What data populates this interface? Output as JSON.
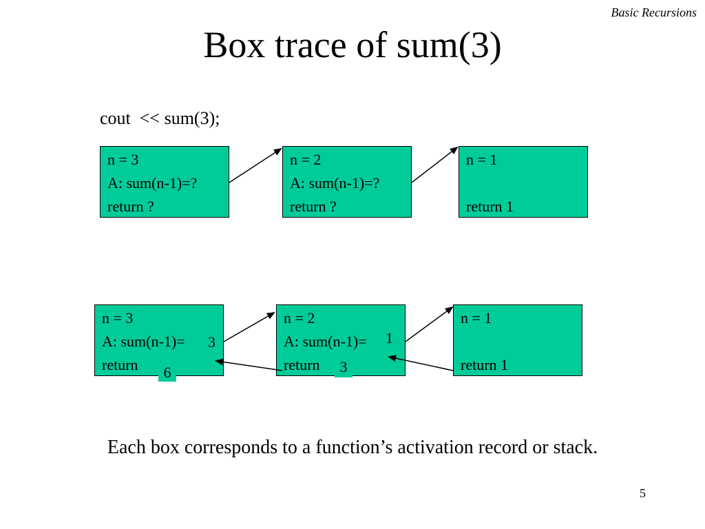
{
  "header": {
    "tag": "Basic Recursions"
  },
  "title": "Box trace of sum(3)",
  "code_line": "cout  << sum(3);",
  "top_row": [
    {
      "l1": "n = 3",
      "l2": "A: sum(n-1)=?",
      "l3": "return ?"
    },
    {
      "l1": "n = 2",
      "l2": "A: sum(n-1)=?",
      "l3": "return ?"
    },
    {
      "l1": "n = 1",
      "l2": "",
      "l3": "return 1"
    }
  ],
  "bottom_row": [
    {
      "l1": "n = 3",
      "l2": "A: sum(n-1)=",
      "l3": "return",
      "a_value": "3",
      "return_value": "6"
    },
    {
      "l1": "n = 2",
      "l2": "A: sum(n-1)=",
      "l3": "return",
      "a_value": "1",
      "return_value": "3"
    },
    {
      "l1": "n = 1",
      "l2": "",
      "l3": "return 1"
    }
  ],
  "caption": "Each box corresponds to a function’s activation record or stack.",
  "page_number": "5",
  "colors": {
    "box_fill": "#00cc99",
    "stroke": "#000000"
  }
}
